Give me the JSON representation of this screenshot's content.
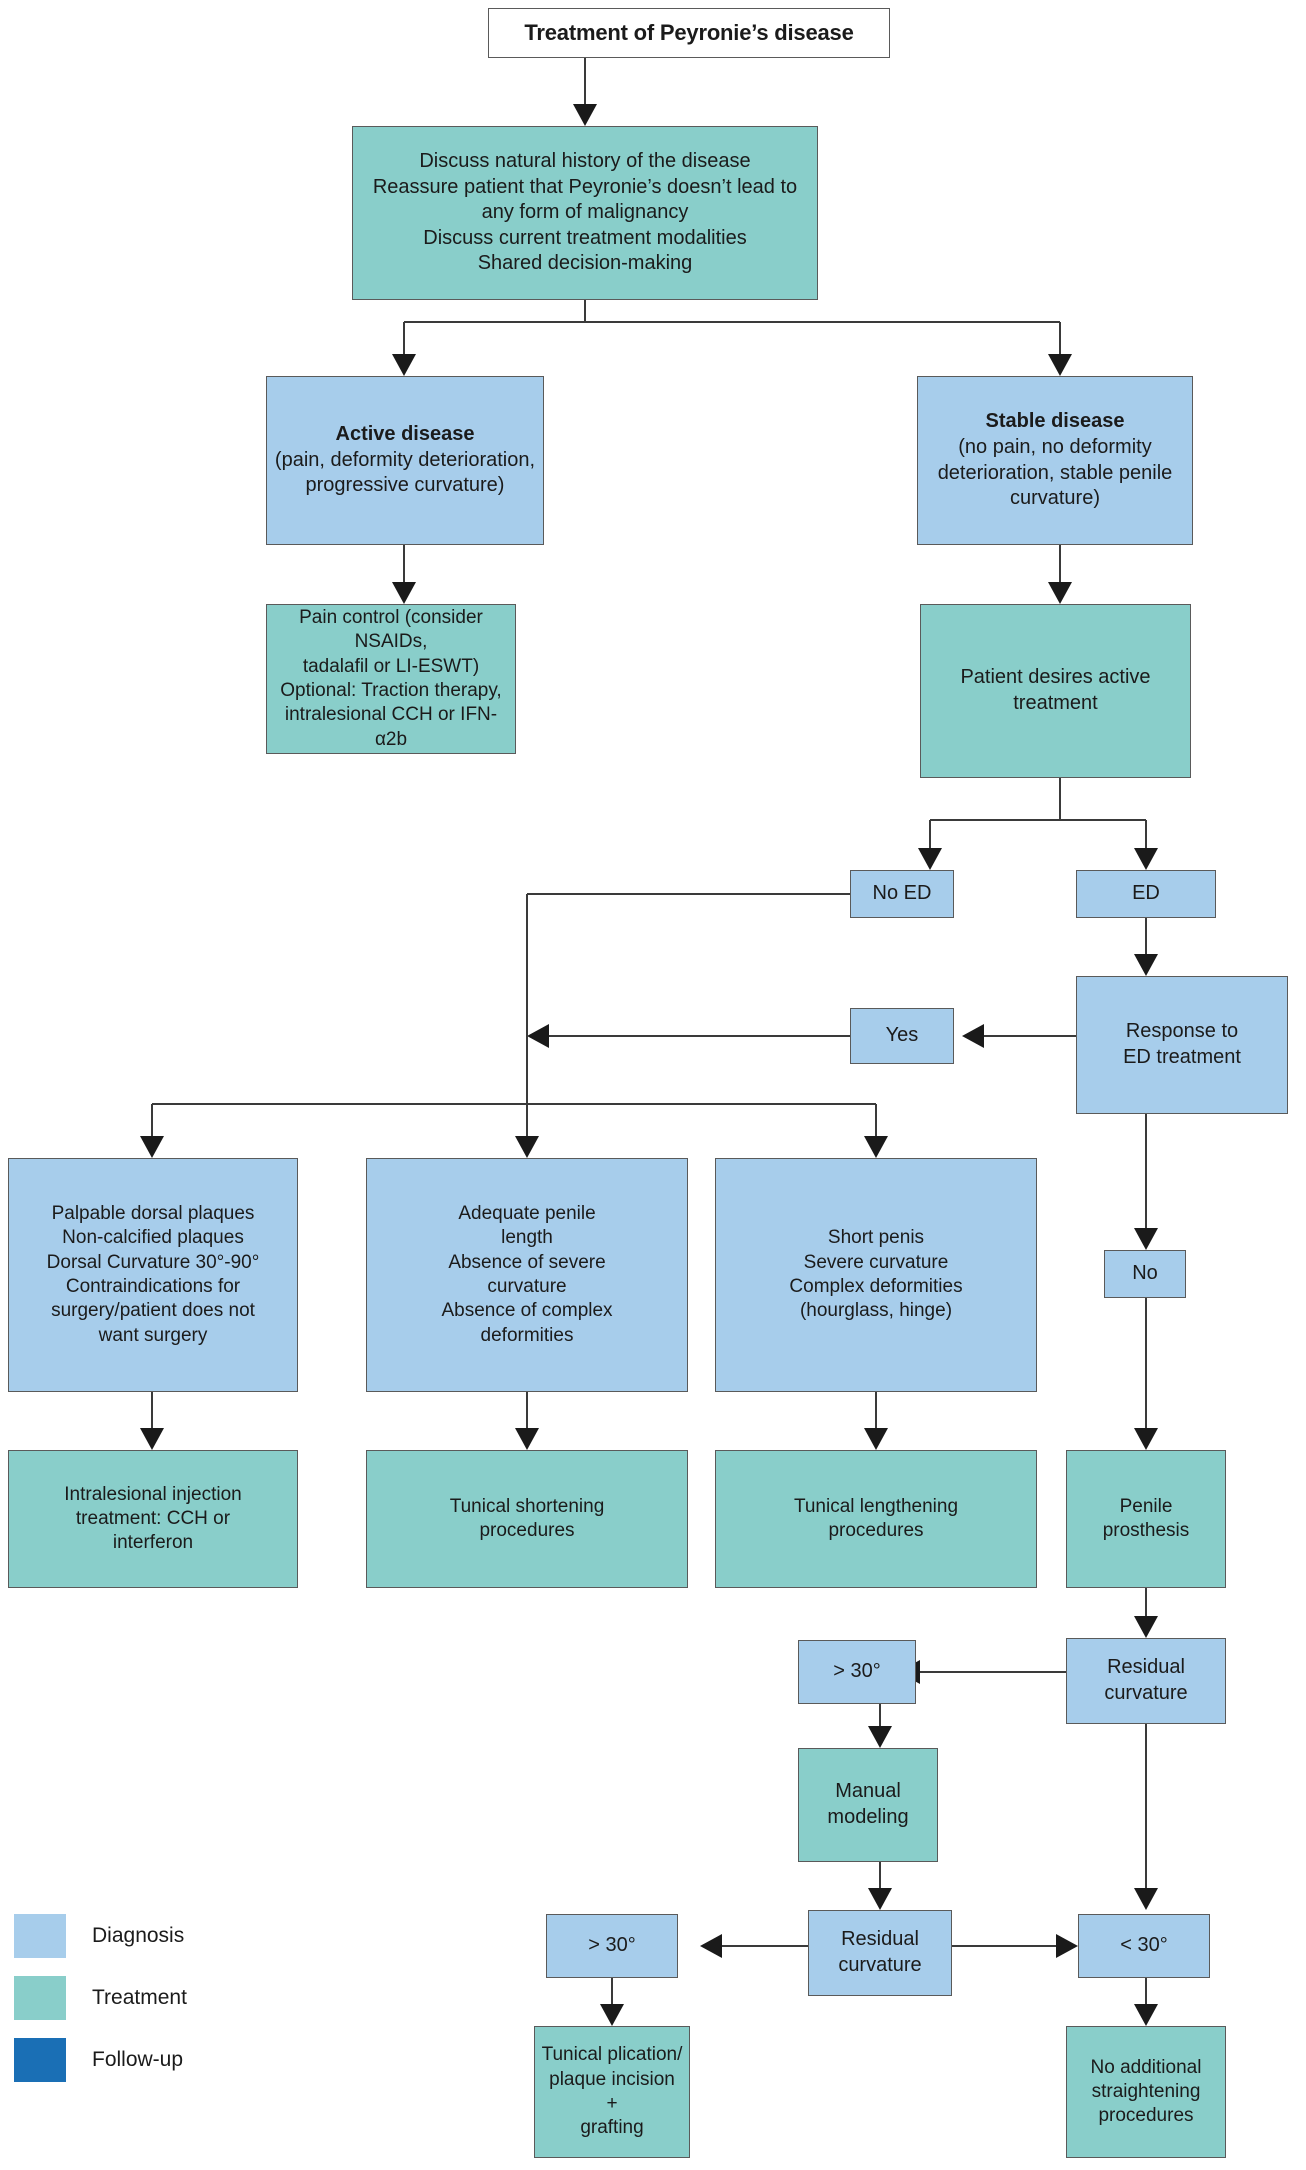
{
  "diagram": {
    "type": "flowchart",
    "title": "Treatment of Peyronie's disease",
    "colors": {
      "diagnosis": "#a7cdeb",
      "treatment": "#89ceca",
      "followup": "#1a6fb5",
      "border": "#5a5a5a",
      "connector": "#3a3a3a",
      "text": "#1b1b1b",
      "background": "#ffffff"
    },
    "nodes": {
      "title": "Treatment of Peyronie’s disease",
      "counselling": "Discuss natural history of the disease\nReassure patient that Peyronie’s doesn’t lead to\nany form of malignancy\nDiscuss current treatment modalities\nShared decision-making",
      "active_disease_head": "Active disease",
      "active_disease_body": "(pain, deformity deterioration,\nprogressive curvature)",
      "stable_disease_head": "Stable disease",
      "stable_disease_body": "(no pain, no deformity\ndeterioration, stable penile\ncurvature)",
      "pain_control": "Pain control (consider  NSAIDs,\ntadalafil or LI-ESWT)\nOptional: Traction therapy,\nintralesional CCH or IFN-α2b",
      "patient_desires": "Patient desires active\ntreatment",
      "no_ed": "No ED",
      "ed": "ED",
      "yes": "Yes",
      "response_to_ed": "Response to\nED treatment",
      "no": "No",
      "criteria_injection": "Palpable dorsal plaques\nNon-calcified plaques\nDorsal Curvature 30°-90°\nContraindications for\nsurgery/patient does not\nwant surgery",
      "criteria_shortening": "Adequate penile\nlength\nAbsence of severe\ncurvature\nAbsence of complex\ndeformities",
      "criteria_lengthening": "Short penis\nSevere curvature\nComplex deformities\n(hourglass, hinge)",
      "intralesional_injection": "Intralesional injection\ntreatment: CCH or\ninterferon",
      "tunical_shortening": "Tunical shortening\nprocedures",
      "tunical_lengthening": "Tunical lengthening\nprocedures",
      "penile_prosthesis": "Penile\nprosthesis",
      "residual_curvature_1": "Residual\ncurvature",
      "gt30_1": "> 30°",
      "manual_modeling": "Manual\nmodeling",
      "residual_curvature_2": "Residual\ncurvature",
      "gt30_2": "> 30°",
      "lt30": "< 30°",
      "tunical_plication": "Tunical plication/\nplaque incision +\ngrafting",
      "no_additional": "No additional\nstraightening\nprocedures"
    },
    "legend": {
      "items": [
        {
          "label": "Diagnosis",
          "color": "#a7cdeb"
        },
        {
          "label": "Treatment",
          "color": "#89ceca"
        },
        {
          "label": "Follow-up",
          "color": "#1a6fb5"
        }
      ]
    }
  }
}
